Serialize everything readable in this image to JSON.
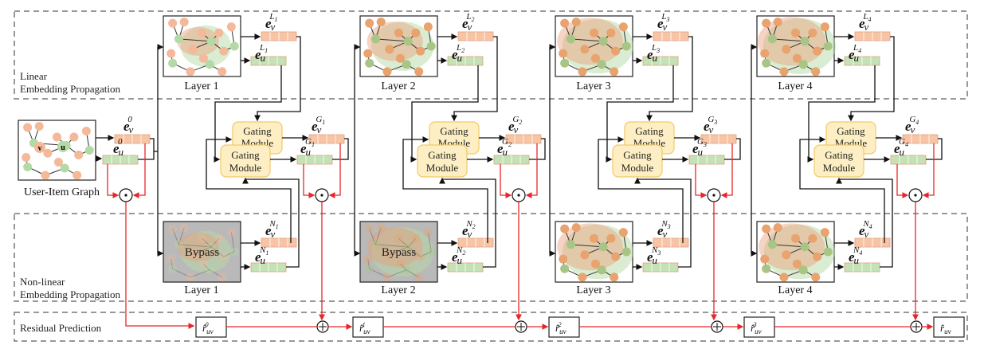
{
  "sections": {
    "linear": {
      "label_line1": "Linear",
      "label_line2": "Embedding Propagation"
    },
    "nonlinear": {
      "label_line1": "Non-linear",
      "label_line2": "Embedding Propagation"
    },
    "residual": {
      "label": "Residual Prediction"
    }
  },
  "input_graph": {
    "caption": "User-Item Graph",
    "node_v": "v",
    "node_u": "u",
    "emb_v_sup": "0",
    "emb_u_sup": "0"
  },
  "symbols": {
    "e": "e",
    "v": "v",
    "u": "u",
    "hadamard": "⊙",
    "plus": "⊕"
  },
  "colors": {
    "item_node": "#f4b89a",
    "user_node": "#b5d9a6",
    "item_emb": "#f8c4a6",
    "user_emb": "#c4e2b5",
    "gating_fill": "#fdefc3",
    "gating_stroke": "#f2c96a",
    "residual_line": "#e8262a",
    "bypass_fill": "#b9b9b9",
    "dash": "#777777"
  },
  "layers": [
    {
      "linear_caption": "Layer 1",
      "linear_v": "L",
      "linear_idx": "1",
      "gating_label_1": "Gating",
      "gating_label_2": "Module",
      "gate_idx": "1",
      "nonlinear_caption": "Layer 1",
      "nonlinear_idx": "1",
      "bypass": true,
      "bypass_label": "Bypass",
      "residual_label_sup": "1"
    },
    {
      "linear_caption": "Layer 2",
      "linear_v": "L",
      "linear_idx": "2",
      "gating_label_1": "Gating",
      "gating_label_2": "Module",
      "gate_idx": "2",
      "nonlinear_caption": "Layer 2",
      "nonlinear_idx": "2",
      "bypass": true,
      "bypass_label": "Bypass",
      "residual_label_sup": "2"
    },
    {
      "linear_caption": "Layer 3",
      "linear_v": "L",
      "linear_idx": "3",
      "gating_label_1": "Gating",
      "gating_label_2": "Module",
      "gate_idx": "3",
      "nonlinear_caption": "Layer 3",
      "nonlinear_idx": "3",
      "bypass": false,
      "bypass_label": "",
      "residual_label_sup": "3"
    },
    {
      "linear_caption": "Layer 4",
      "linear_v": "L",
      "linear_idx": "4",
      "gating_label_1": "Gating",
      "gating_label_2": "Module",
      "gate_idx": "4",
      "nonlinear_caption": "Layer 4",
      "nonlinear_idx": "4",
      "bypass": false,
      "bypass_label": "",
      "residual_label_sup": ""
    }
  ],
  "residual_predictions": [
    {
      "sup": "0"
    },
    {
      "sup": "1"
    },
    {
      "sup": "2"
    },
    {
      "sup": "3"
    },
    {
      "sup": ""
    }
  ]
}
